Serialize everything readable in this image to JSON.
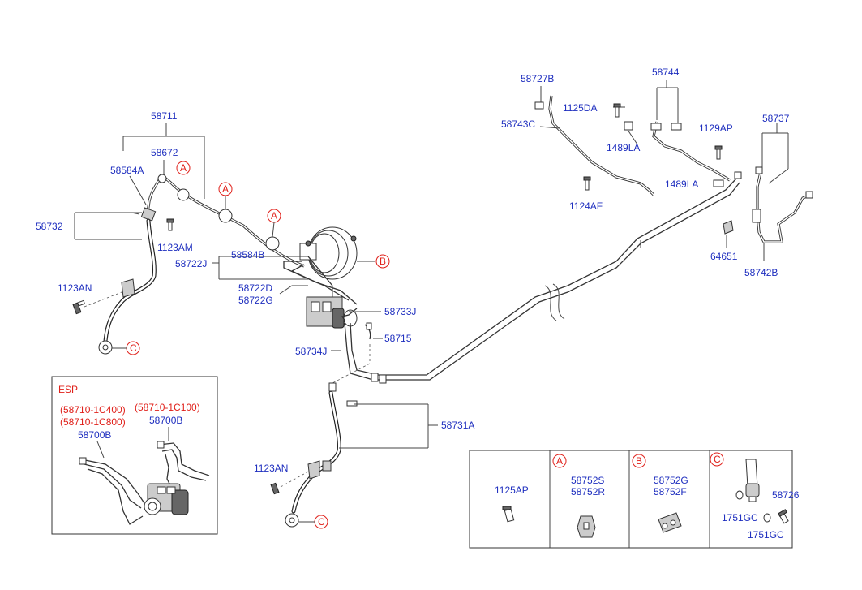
{
  "parts": {
    "p58711": "58711",
    "p58672": "58672",
    "p58584A": "58584A",
    "p58732": "58732",
    "p1123AM": "1123AM",
    "p1123AN_top": "1123AN",
    "p58722J": "58722J",
    "p58584B": "58584B",
    "p58722D": "58722D",
    "p58722G": "58722G",
    "p58733J": "58733J",
    "p58715": "58715",
    "p58734J": "58734J",
    "p58731A": "58731A",
    "p1123AN_bottom": "1123AN",
    "p58727B": "58727B",
    "p1125DA": "1125DA",
    "p58744": "58744",
    "p58743C": "58743C",
    "p1129AP": "1129AP",
    "p58737": "58737",
    "p1489LA_a": "1489LA",
    "p1489LA_b": "1489LA",
    "p1124AF": "1124AF",
    "p64651": "64651",
    "p58742B": "58742B"
  },
  "callouts": {
    "a": "A",
    "b": "B",
    "c": "C"
  },
  "esp": {
    "title": "ESP",
    "alt_1": "(58710-1C400)",
    "alt_2": "(58710-1C800)",
    "alt_3": "(58710-1C100)",
    "part_left": "58700B",
    "part_right": "58700B"
  },
  "legend": {
    "cell1_part": "1125AP",
    "cellA_letter": "A",
    "cellA_part1": "58752S",
    "cellA_part2": "58752R",
    "cellB_letter": "B",
    "cellB_part1": "58752G",
    "cellB_part2": "58752F",
    "cellC_letter": "C",
    "cellC_part1": "58726",
    "cellC_part2": "1751GC",
    "cellC_part3": "1751GC"
  }
}
